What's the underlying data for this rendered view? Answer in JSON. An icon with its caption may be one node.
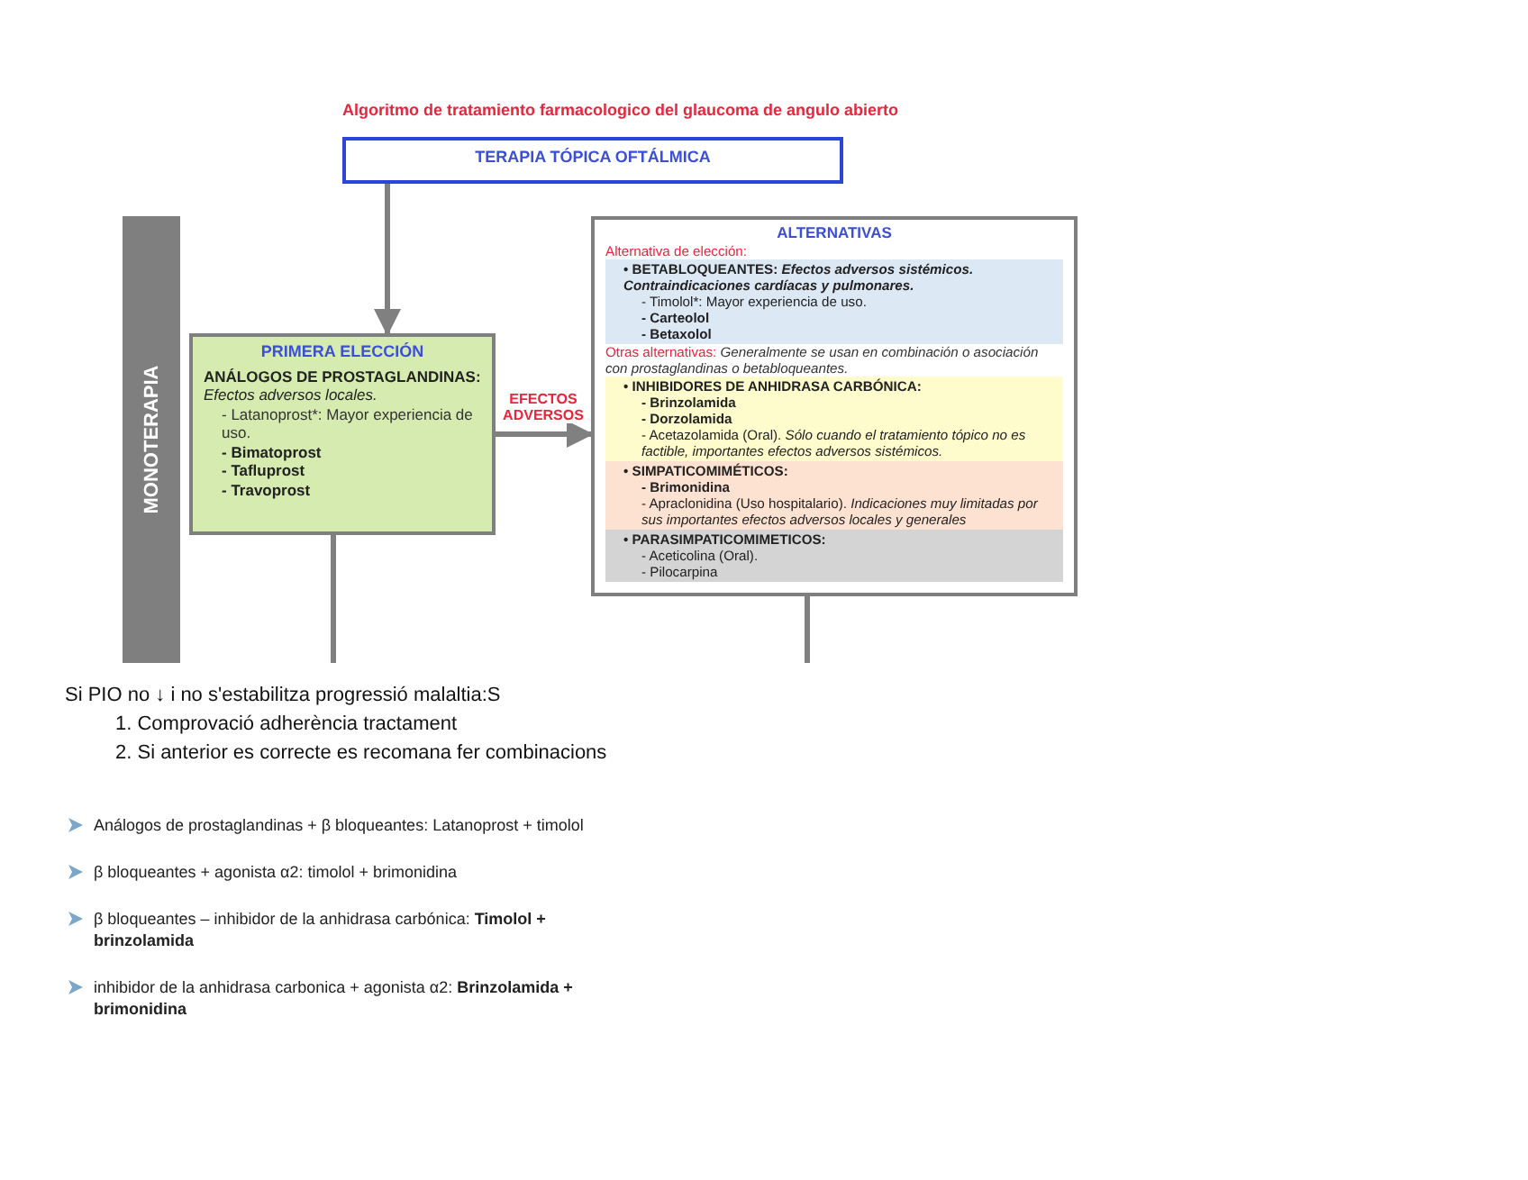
{
  "diagram": {
    "title": "Algoritmo de tratamiento farmacologico del glaucoma de angulo abierto",
    "nodes": [
      {
        "text": [
          "TERAPIA TÓPICA OFTÁLMICA"
        ]
      },
      {
        "text": [
          "MONOTERAPIA"
        ]
      },
      {
        "text": [
          "PRIMERA ELECCIÓN",
          "ANÁLOGOS DE PROSTAGLANDINAS:",
          "Efectos adversos locales.",
          "- Latanoprost*: Mayor experiencia de uso.",
          "- Bimatoprost",
          "- Tafluprost",
          "- Travoprost"
        ]
      },
      {
        "text": [
          "ALTERNATIVAS",
          "Alternativa de elección:",
          "Otras alternativas: *Generalmente se usan en combinación o asociación con prostaglandinas o betabloqueantes.*"
        ]
      },
      {
        "text": [
          "• BETABLOQUEANTES: *Efectos adversos sistémicos. Contraindicaciones cardíacas y pulmonares.*",
          "- Timolol*: Mayor experiencia de uso.",
          "- Carteolol",
          "- Betaxolol"
        ],
        "in": 3
      },
      {
        "text": [
          "• INHIBIDORES DE ANHIDRASA CARBÓNICA:",
          "- Brinzolamida",
          "- Dorzolamida",
          "- Acetazolamida (Oral). *Sólo cuando el tratamiento tópico no es factible, importantes efectos adversos sistémicos.*"
        ],
        "in": 3
      },
      {
        "text": [
          "• SIMPATICOMIMÉTICOS:",
          "- Brimonidina",
          "- Apraclonidina (Uso hospitalario). *Indicaciones muy limitadas por sus importantes efectos adversos locales y generales*"
        ],
        "in": 3
      },
      {
        "text": [
          "• PARASIMPATICOMIMETICOS:",
          "- Aceticolina (Oral).",
          "- Pilocarpina"
        ],
        "in": 3
      }
    ],
    "edges": [
      {
        "from": 0,
        "to": 2,
        "arrow": "to"
      },
      {
        "from": 2,
        "to": 3,
        "arrow": "to",
        "label": "EFECTOS ADVERSOS"
      },
      {
        "from": 2,
        "to": null,
        "arrow": "none"
      },
      {
        "from": 3,
        "to": null,
        "arrow": "none"
      }
    ],
    "labels": [
      "Si PIO no ↓ i no s'estabilitza progressió malaltia:S",
      "1. Comprovació adherència tractament",
      "2. Si anterior es correcte es recomana fer combinacions",
      "Análogos de prostaglandinas + β bloqueantes: Latanoprost + timolol",
      "β bloqueantes + agonista α2: timolol + brimonidina",
      "β bloqueantes – inhibidor de la anhidrasa carbónica: **Timolol + brinzolamida**",
      "inhibidor de la anhidrasa carbonica + agonista α2: **Brinzolamida + brimonidina**"
    ]
  }
}
